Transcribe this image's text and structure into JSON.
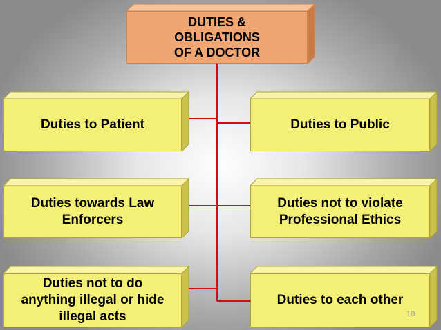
{
  "diagram": {
    "root": {
      "lines": [
        "DUTIES &",
        "OBLIGATIONS",
        "OF A DOCTOR"
      ]
    },
    "left": [
      {
        "lines": [
          "Duties to Patient"
        ]
      },
      {
        "lines": [
          "Duties towards Law",
          "Enforcers"
        ]
      },
      {
        "lines": [
          "Duties not to do",
          "anything illegal or hide",
          "illegal acts"
        ]
      }
    ],
    "right": [
      {
        "lines": [
          "Duties to Public"
        ]
      },
      {
        "lines": [
          "Duties not to violate",
          "Professional Ethics"
        ]
      },
      {
        "lines": [
          "Duties to each other"
        ]
      }
    ]
  },
  "slide_number": "10",
  "colors": {
    "connector": "#cc1111",
    "root_fill": "#f0a673",
    "box_fill": "#f4f077"
  }
}
